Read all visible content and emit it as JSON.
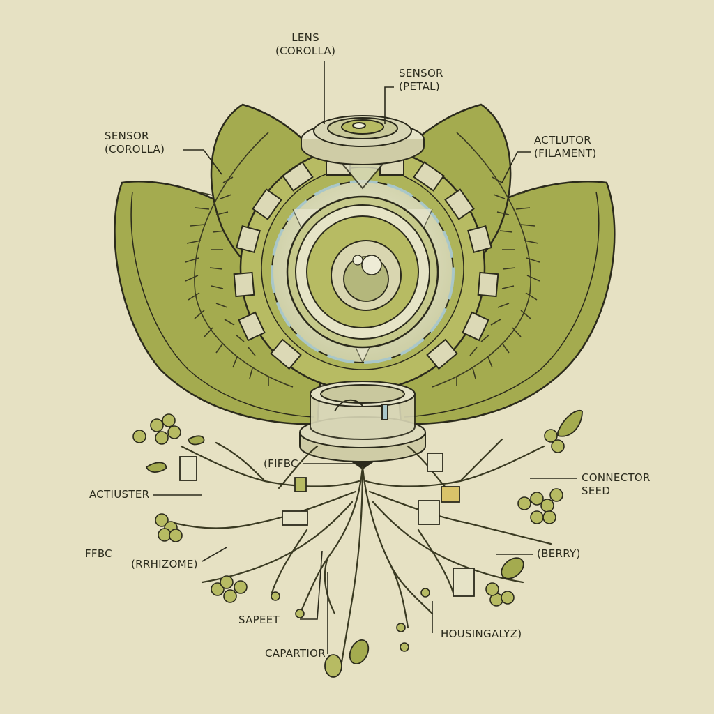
{
  "labels": {
    "lens": [
      "LENS",
      "(COROLLA)"
    ],
    "sensor_petal": [
      "SENSOR",
      "(PETAL)"
    ],
    "sensor_corolla": [
      "SENSOR",
      "(COROLLA)"
    ],
    "actutor_filament": [
      "ACTLUTOR",
      "(FILAMENT)"
    ],
    "fifbc": "(FIFBC",
    "actiuster": "ACTIUSTER",
    "connector_seed": [
      "CONNECTOR",
      "SEED"
    ],
    "ffbc": "FFBC",
    "rrhizome": "(RRHIZOME)",
    "berry": "(BERRY)",
    "sapeet": "SAPEET",
    "housingalyz": "HOUSINGALYZ)",
    "capartior": "CAPARTIOR"
  },
  "colors": {
    "background": "#e6e1c3",
    "leaf": "#a4ab4f",
    "leaf_inner": "#b7bb63",
    "outline": "#2b2a1c",
    "glass": "#dcdcc0",
    "accent_blue": "#a9c7c9"
  }
}
